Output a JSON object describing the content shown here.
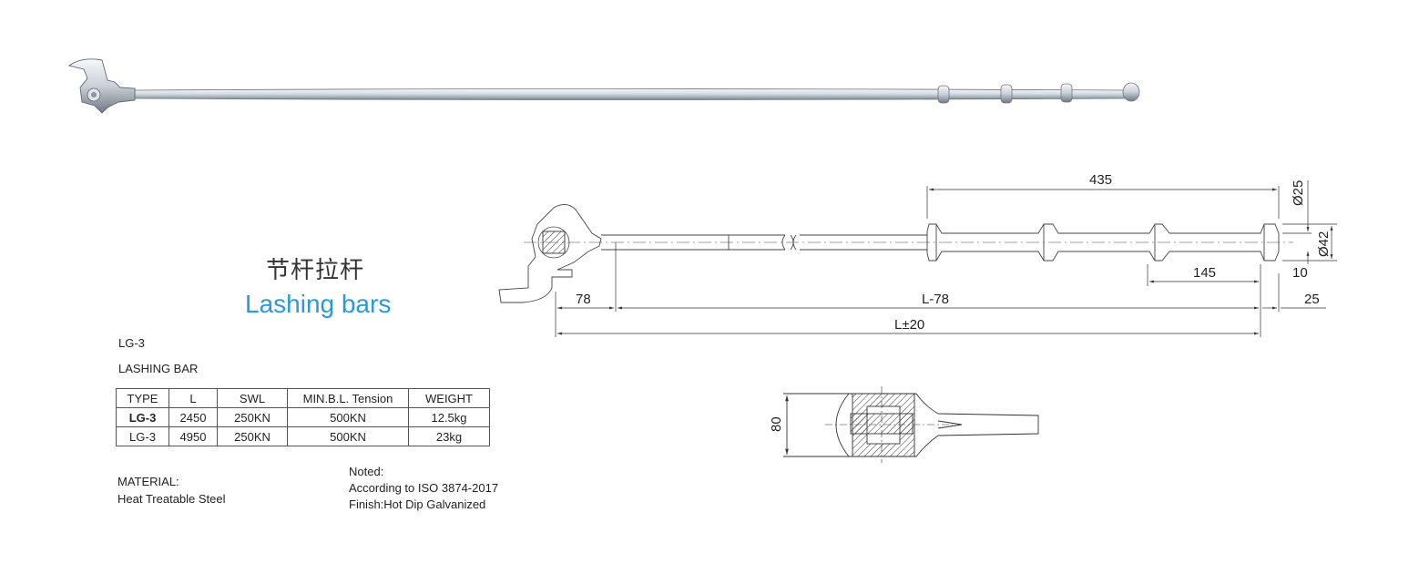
{
  "title_cn": "节杆拉杆",
  "title_en": "Lashing bars",
  "model": "LG-3",
  "product_name": "LASHING BAR",
  "table": {
    "headers": [
      "TYPE",
      "L",
      "SWL",
      "MIN.B.L. Tension",
      "WEIGHT"
    ],
    "rows": [
      [
        "LG-3",
        "2450",
        "250KN",
        "500KN",
        "12.5kg"
      ],
      [
        "LG-3",
        "4950",
        "250KN",
        "500KN",
        "23kg"
      ]
    ]
  },
  "material": {
    "label": "MATERIAL:",
    "value": "Heat Treatable Steel"
  },
  "notes": {
    "label": "Noted:",
    "line1": "According to ISO 3874-2017",
    "line2": "Finish:Hot Dip Galvanized"
  },
  "dimensions": {
    "d435": "435",
    "d25dia": "Ø25",
    "d42dia": "Ø42",
    "d10": "10",
    "d145": "145",
    "d78": "78",
    "dL78": "L-78",
    "d25": "25",
    "dL20": "L±20",
    "d80": "80"
  },
  "colors": {
    "accent": "#2a9ad6",
    "steel_light": "#e8ecf0",
    "steel_dark": "#7a8590"
  }
}
